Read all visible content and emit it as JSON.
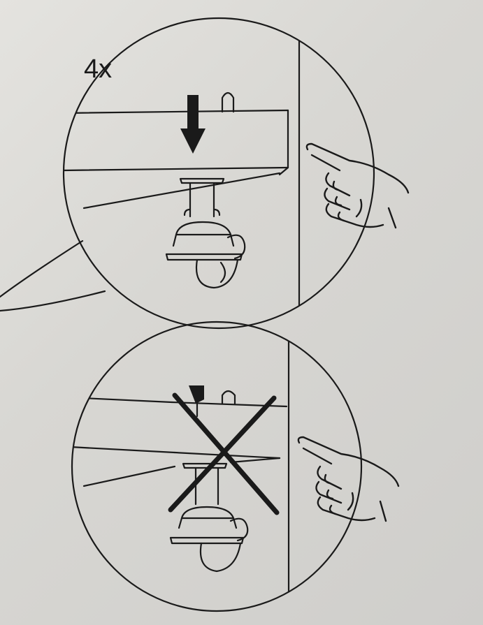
{
  "instruction": {
    "quantity_label": "4x"
  },
  "panels": {
    "correct": {
      "status": "correct-installation",
      "arrow_icon": "arrow-down-icon",
      "hand_icon": "pointing-hand-icon"
    },
    "incorrect": {
      "status": "incorrect-installation",
      "cross_icon": "cross-out-icon",
      "hand_icon": "pointing-hand-icon"
    }
  },
  "colors": {
    "paper": "#dcdbd7",
    "ink": "#1a1a1a"
  }
}
